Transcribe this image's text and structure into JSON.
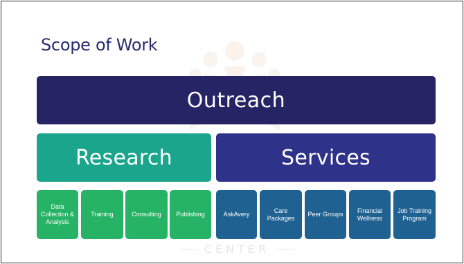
{
  "title": "Scope of Work",
  "top": {
    "label": "Outreach"
  },
  "research": {
    "label": "Research",
    "items": [
      "Data Collection & Analysis",
      "Training",
      "Consulting",
      "Publishing"
    ]
  },
  "services": {
    "label": "Services",
    "items": [
      "AskAvery",
      "Care Packages",
      "Peer Groups",
      "Financial Wellness",
      "Job Training Program"
    ]
  },
  "watermark": {
    "text": "CENTER"
  },
  "colors": {
    "title": "#272d6d",
    "outreach": "#262464",
    "research": "#1aa58c",
    "services": "#2f3289",
    "research_items": "#27b366",
    "services_items": "#1f6191"
  }
}
